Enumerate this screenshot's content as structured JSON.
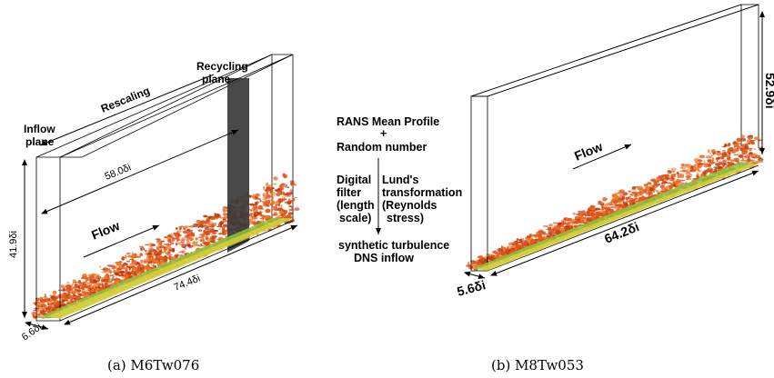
{
  "left_panel": {
    "rescaling": "Rescaling",
    "recycling_plane": [
      "Recycling",
      "plane"
    ],
    "inflow_plane": [
      "Inflow",
      "plane"
    ],
    "flow": "Flow",
    "dim_length_upper": "58.0δi",
    "dim_height": "41.9δi",
    "dim_length": "74.4δi",
    "dim_width": "6.6δi",
    "caption": "(a) M6Tw076"
  },
  "middle_schematic": {
    "rans": "RANS Mean Profile",
    "plus": "+",
    "random": "Random number",
    "digital_filter": [
      "Digital",
      "filter",
      "(length",
      "scale)"
    ],
    "lund": [
      "Lund's",
      "transformation",
      "(Reynolds",
      "stress)"
    ],
    "synthetic": "synthetic turbulence",
    "dns_inflow": "DNS inflow"
  },
  "right_panel": {
    "flow": "Flow",
    "dim_height": "52.9δi",
    "dim_length": "64.2δi",
    "dim_width": "5.6δi",
    "caption": "(b) M8Tw053"
  },
  "colors": {
    "turbulence_dark": "#b83a10",
    "turbulence_mid": "#e0541a",
    "turbulence_light": "#f07a28",
    "wall_green": "#8cc63f",
    "wall_yellow": "#e8d23a",
    "recycling_plane": "#3a3a3a"
  }
}
